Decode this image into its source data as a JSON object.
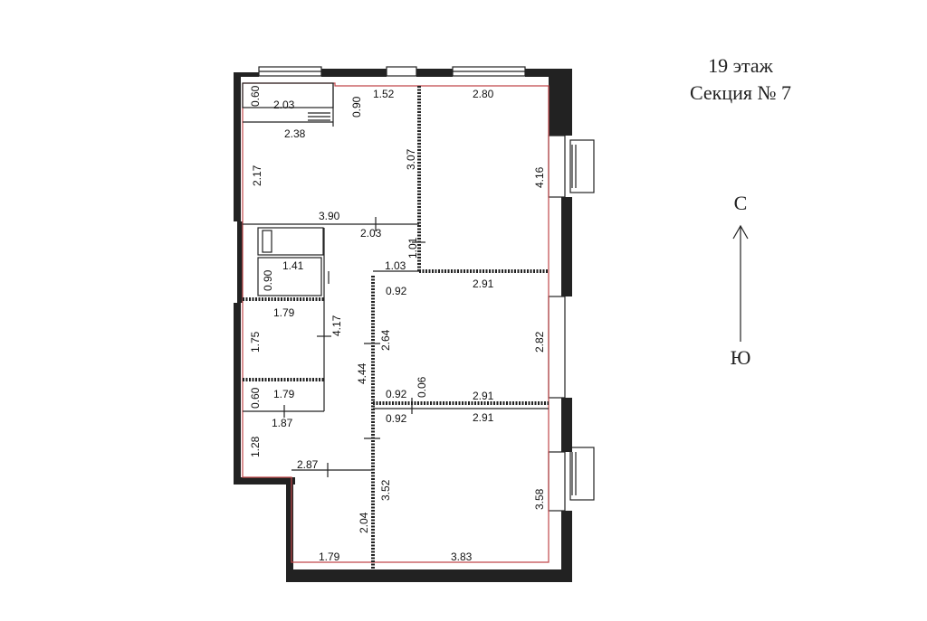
{
  "header": {
    "floor": "19 этаж",
    "section": "Секция № 7"
  },
  "compass": {
    "north": "С",
    "south": "Ю"
  },
  "dimensions": [
    {
      "id": "d060a",
      "text": "0.60"
    },
    {
      "id": "d203a",
      "text": "2.03"
    },
    {
      "id": "d090a",
      "text": "0.90"
    },
    {
      "id": "d152",
      "text": "1.52"
    },
    {
      "id": "d280",
      "text": "2.80"
    },
    {
      "id": "d238",
      "text": "2.38"
    },
    {
      "id": "d217",
      "text": "2.17"
    },
    {
      "id": "d307",
      "text": "3.07"
    },
    {
      "id": "d416",
      "text": "4.16"
    },
    {
      "id": "d390",
      "text": "3.90"
    },
    {
      "id": "d203b",
      "text": "2.03"
    },
    {
      "id": "d101",
      "text": "1.01"
    },
    {
      "id": "d141",
      "text": "1.41"
    },
    {
      "id": "d103",
      "text": "1.03"
    },
    {
      "id": "d090b",
      "text": "0.90"
    },
    {
      "id": "d092a",
      "text": "0.92"
    },
    {
      "id": "d291a",
      "text": "2.91"
    },
    {
      "id": "d179a",
      "text": "1.79"
    },
    {
      "id": "d417",
      "text": "4.17"
    },
    {
      "id": "d175",
      "text": "1.75"
    },
    {
      "id": "d264",
      "text": "2.64"
    },
    {
      "id": "d282",
      "text": "2.82"
    },
    {
      "id": "d444",
      "text": "4.44"
    },
    {
      "id": "d006",
      "text": "0.06"
    },
    {
      "id": "d060b",
      "text": "0.60"
    },
    {
      "id": "d179b",
      "text": "1.79"
    },
    {
      "id": "d092b",
      "text": "0.92"
    },
    {
      "id": "d291b",
      "text": "2.91"
    },
    {
      "id": "d187",
      "text": "1.87"
    },
    {
      "id": "d092c",
      "text": "0.92"
    },
    {
      "id": "d291c",
      "text": "2.91"
    },
    {
      "id": "d128",
      "text": "1.28"
    },
    {
      "id": "d287",
      "text": "2.87"
    },
    {
      "id": "d352",
      "text": "3.52"
    },
    {
      "id": "d358",
      "text": "3.58"
    },
    {
      "id": "d204",
      "text": "2.04"
    },
    {
      "id": "d179c",
      "text": "1.79"
    },
    {
      "id": "d383",
      "text": "3.83"
    }
  ]
}
